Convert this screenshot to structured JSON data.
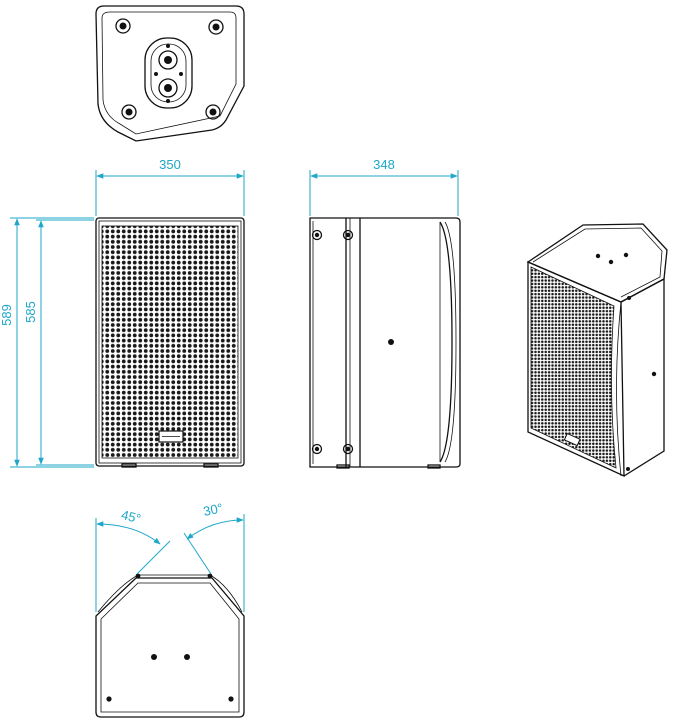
{
  "dimensions": {
    "front_width": "350",
    "side_depth": "348",
    "height_outer": "589",
    "height_inner": "585"
  },
  "angles": {
    "left": "45°",
    "right": "30°"
  },
  "colors": {
    "line": "#111111",
    "dimension": "#1ea7c9",
    "background": "#ffffff"
  }
}
